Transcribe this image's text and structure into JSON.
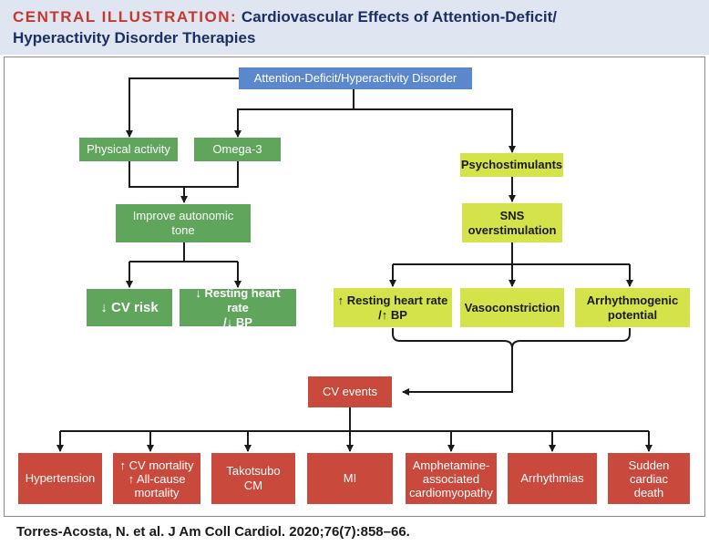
{
  "header": {
    "tag": "CENTRAL ILLUSTRATION:",
    "title_line1": "Cardiovascular Effects of Attention-Deficit/",
    "title_line2": "Hyperactivity Disorder Therapies"
  },
  "nodes": {
    "adhd": "Attention-Deficit/Hyperactivity Disorder",
    "physical_activity": "Physical activity",
    "omega3": "Omega-3",
    "improve_autonomic": "Improve autonomic\ntone",
    "cv_risk": "↓ CV risk",
    "resting_hr_down": "↓ Resting heart rate\n/↓ BP",
    "psychostimulants": "Psychostimulants",
    "sns": "SNS\noverstimulation",
    "resting_hr_up": "↑ Resting heart rate\n/↑ BP",
    "vasoconstriction": "Vasoconstriction",
    "arrhythmogenic": "Arrhythmogenic\npotential",
    "cv_events": "CV events",
    "hypertension": "Hypertension",
    "cv_mortality": "↑ CV mortality\n↑ All-cause\nmortality",
    "takotsubo": "Takotsubo\nCM",
    "mi": "MI",
    "amphetamine": "Amphetamine-\nassociated\ncardiomyopathy",
    "arrhythmias": "Arrhythmias",
    "sudden_death": "Sudden\ncardiac\ndeath"
  },
  "colors": {
    "header_bg": "#dfe5f1",
    "title_navy": "#1c2f64",
    "tag_red": "#c8372d",
    "blue": "#5b87cd",
    "green": "#5fa55c",
    "lime": "#d4e34a",
    "red": "#c9493d"
  },
  "citation": "Torres-Acosta, N. et al. J Am Coll Cardiol. 2020;76(7):858–66."
}
